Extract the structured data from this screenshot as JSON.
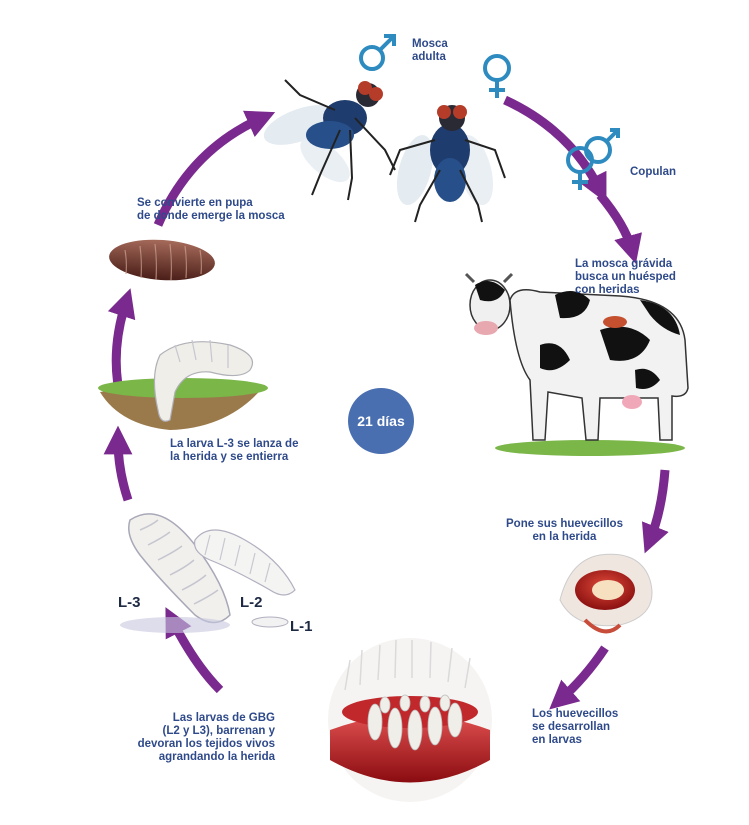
{
  "center": {
    "label": "21 días"
  },
  "labels": {
    "adult": [
      "Mosca",
      "adulta"
    ],
    "mate": [
      "Copulan"
    ],
    "host": [
      "La mosca grávida",
      "busca un huésped",
      "con heridas"
    ],
    "eggs": [
      "Pone sus huevecillos",
      "en la herida"
    ],
    "hatch": [
      "Los huevecillos",
      "se desarrollan",
      "en larvas"
    ],
    "feed": [
      "Las larvas de GBG",
      "(L2 y L3), barrenan y",
      "devoran los tejidos vivos",
      "agrandando la herida"
    ],
    "bury": [
      "La larva L-3 se lanza de",
      "la herida y se entierra"
    ],
    "pupa": [
      "Se convierte en pupa",
      "de donde emerge la mosca"
    ]
  },
  "stage_tags": {
    "l3": "L-3",
    "l2": "L-2",
    "l1": "L-1"
  },
  "colors": {
    "arrow": "#7a2a8e",
    "text": "#2f4a8a",
    "symbol": "#2e8bc0",
    "center": "#4a6fb0"
  }
}
